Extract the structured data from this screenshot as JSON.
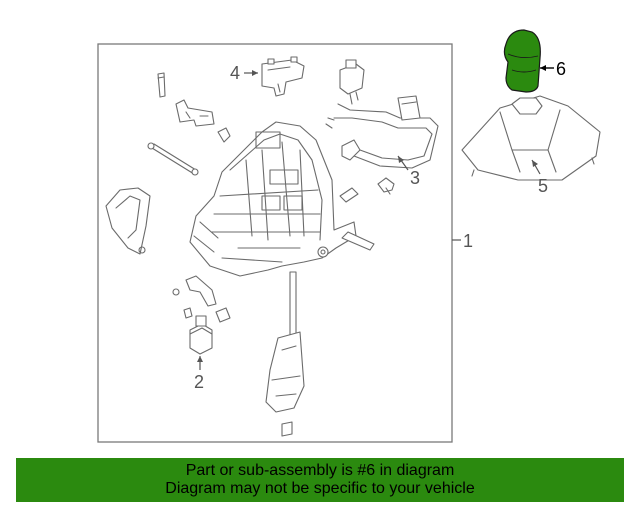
{
  "callouts": {
    "one": "1",
    "two": "2",
    "three": "3",
    "four": "4",
    "five": "5",
    "six": "6"
  },
  "highlight_color": "#2b8a0f",
  "banner": {
    "line1": "Part or sub-assembly is #6 in diagram",
    "line2": "Diagram may not be specific to your vehicle"
  }
}
